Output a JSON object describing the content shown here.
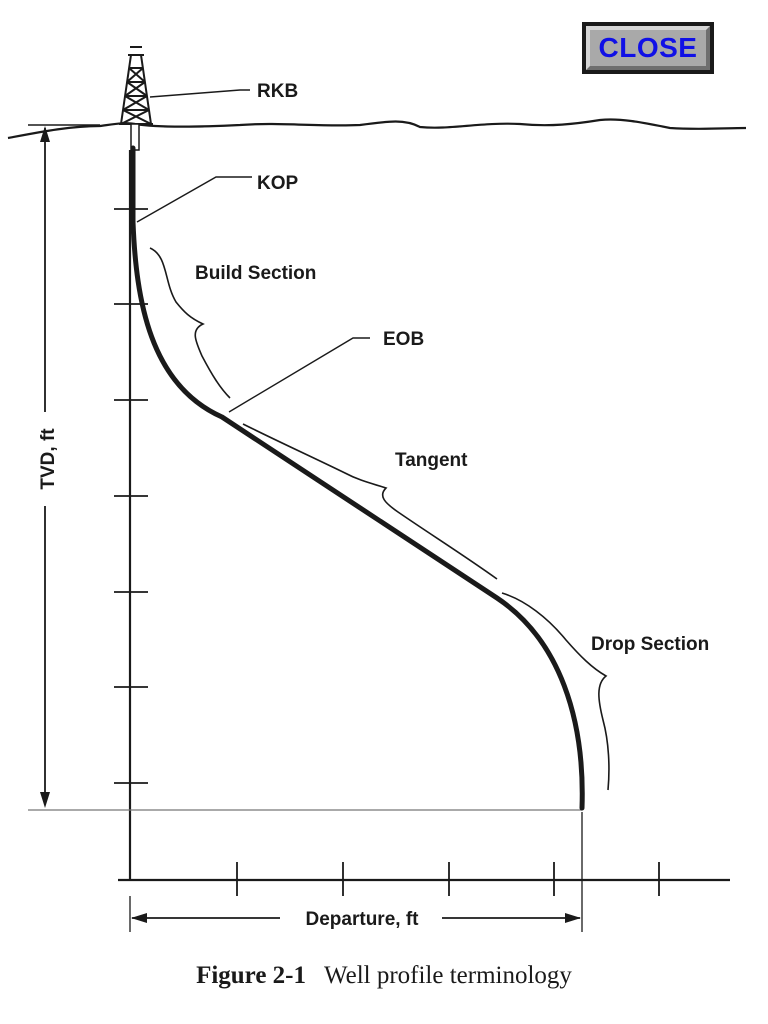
{
  "close_button": {
    "label": "CLOSE"
  },
  "labels": {
    "rkb": "RKB",
    "kop": "KOP",
    "build_section": "Build Section",
    "eob": "EOB",
    "tangent": "Tangent",
    "drop_section": "Drop Section",
    "tvd_axis": "TVD, ft",
    "departure_axis": "Departure, ft"
  },
  "caption": {
    "figure_number": "Figure 2-1",
    "title": "Well profile terminology"
  }
}
